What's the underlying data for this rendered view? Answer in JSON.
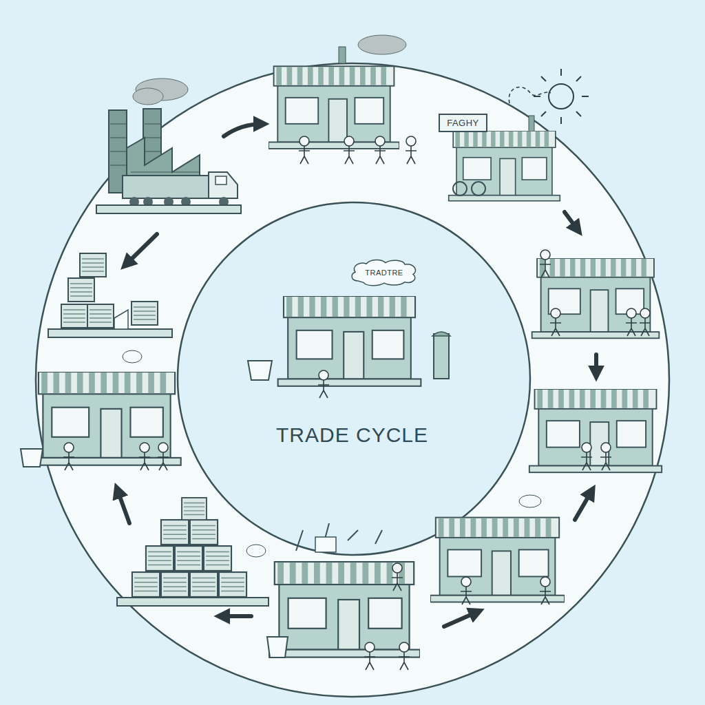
{
  "diagram": {
    "title": "TRADE CYCLE",
    "nodes": [
      {
        "text": [
          "FAGHY"
        ]
      },
      {
        "text": [
          "TRADTRE"
        ]
      }
    ]
  }
}
